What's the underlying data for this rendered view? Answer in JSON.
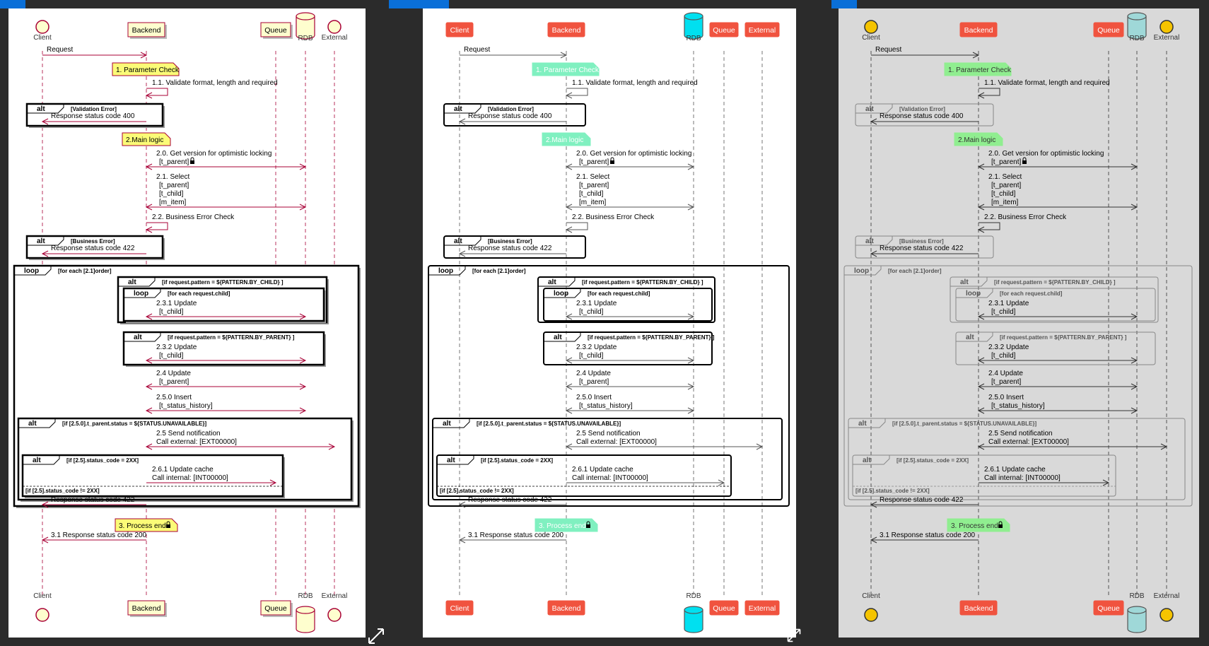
{
  "participants": {
    "client": "Client",
    "backend": "Backend",
    "queue": "Queue",
    "rdb": "RDB",
    "external": "External"
  },
  "messages": {
    "request": "Request",
    "note_param_check": "1. Parameter Check",
    "validate": "1.1. Validate format, length and required",
    "resp_400": "Response status code 400",
    "note_main_logic": "2.Main logic",
    "get_version": "2.0. Get version for optimistic locking",
    "t_parent": "[t_parent]",
    "select": "2.1. Select",
    "t_child": "[t_child]",
    "m_item": "[m_item]",
    "business_check": "2.2. Business Error Check",
    "resp_422": "Response status code 422",
    "update_231": "2.3.1 Update",
    "update_232": "2.3.2 Update",
    "update_24": "2.4 Update",
    "insert_250": "2.5.0 Insert",
    "t_status_history": "[t_status_history]",
    "send_notification": "2.5 Send notification",
    "call_external": "Call external: [EXT00000]",
    "update_cache": "2.6.1 Update cache",
    "call_internal": "Call internal: [INT00000]",
    "note_process_end": "3. Process end",
    "resp_200": "3.1 Response status code 200"
  },
  "fragments": {
    "alt": "alt",
    "loop": "loop",
    "validation_error": "[Validation Error]",
    "business_error": "[Business Error]",
    "for_each_order": "[for each [2.1]order]",
    "by_child": "[if request.pattern = ${PATTERN.BY_CHILD} ]",
    "for_each_child": "[for each request.child]",
    "by_parent": "[if request.pattern = ${PATTERN.BY_PARENT} ]",
    "status_unavailable": "[if [2.5.0].t_parent.status = ${STATUS.UNAVAILABLE}]",
    "status_2xx": "[if [2.5].status_code = 2XX]",
    "status_not_2xx": "[if [2.5].status_code != 2XX]"
  },
  "themes": [
    {
      "background": "#ffffff",
      "arrow": "#a80036",
      "participant_fill": "#fefece",
      "participant_stroke": "#a80036",
      "note_fill": "#fbfb77",
      "note_stroke": "#a80036",
      "frame": "#000000",
      "text": "#000000"
    },
    {
      "background": "#ffffff",
      "arrow": "#555555",
      "participant_fill": "#f0533f",
      "participant_text": "#ffffff",
      "rdb_fill": "#00e0f0",
      "note_fill": "#80f0c0",
      "frame": "#000000",
      "text": "#000000"
    },
    {
      "background": "#d9d9d9",
      "arrow": "#333333",
      "participant_fill": "#f0533f",
      "participant_text": "#ffffff",
      "actor_fill": "#f5c400",
      "rdb_fill": "#9fd8d8",
      "note_fill": "#90ee90",
      "frame": "#888888",
      "text": "#000000"
    }
  ],
  "icons": [
    "lock-icon",
    "expand-icon",
    "actor-icon",
    "database-icon"
  ]
}
